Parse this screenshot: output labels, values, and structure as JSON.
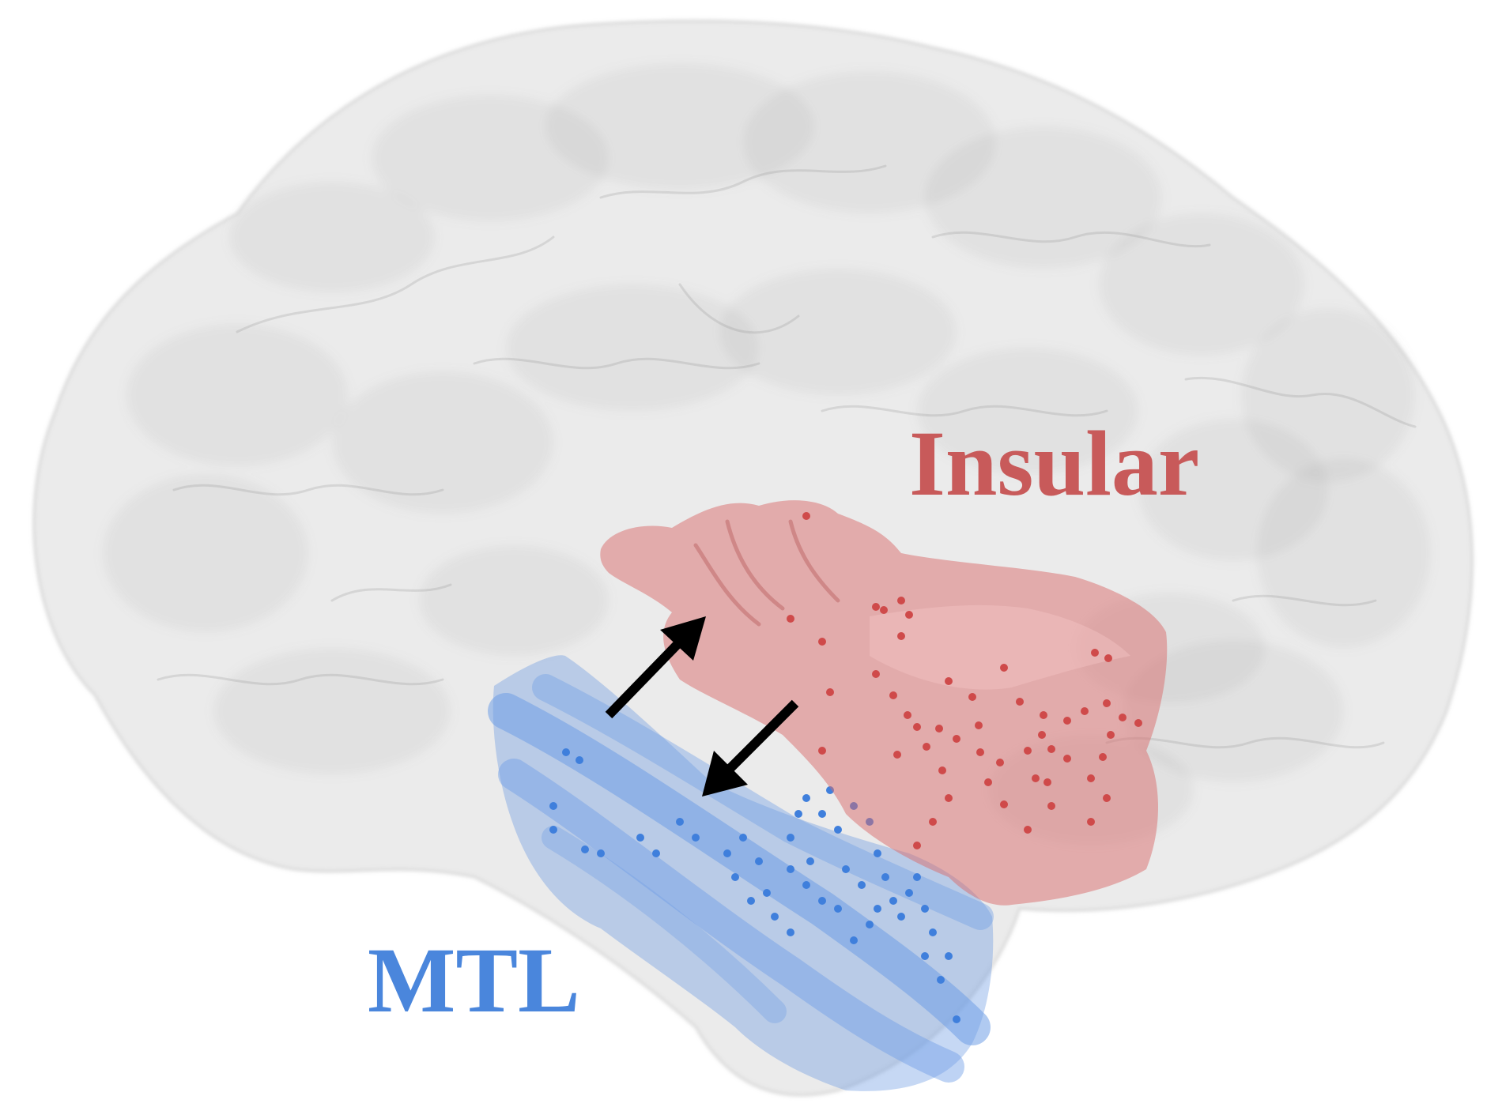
{
  "labels": {
    "insular": "Insular",
    "mtl": "MTL"
  },
  "colors": {
    "background": "#ffffff",
    "brain": "#a3a3a3",
    "insular_region": "#e07f7f",
    "insular_points": "#cf4a4a",
    "insular_text": "#c85a5a",
    "mtl_region": "#6f9ee6",
    "mtl_points": "#3f7fdc",
    "mtl_text": "#4a86dc",
    "arrow": "#000000"
  },
  "arrows": [
    {
      "name": "mtl-to-insular",
      "direction": "up-right"
    },
    {
      "name": "insular-to-mtl",
      "direction": "down-left"
    }
  ]
}
